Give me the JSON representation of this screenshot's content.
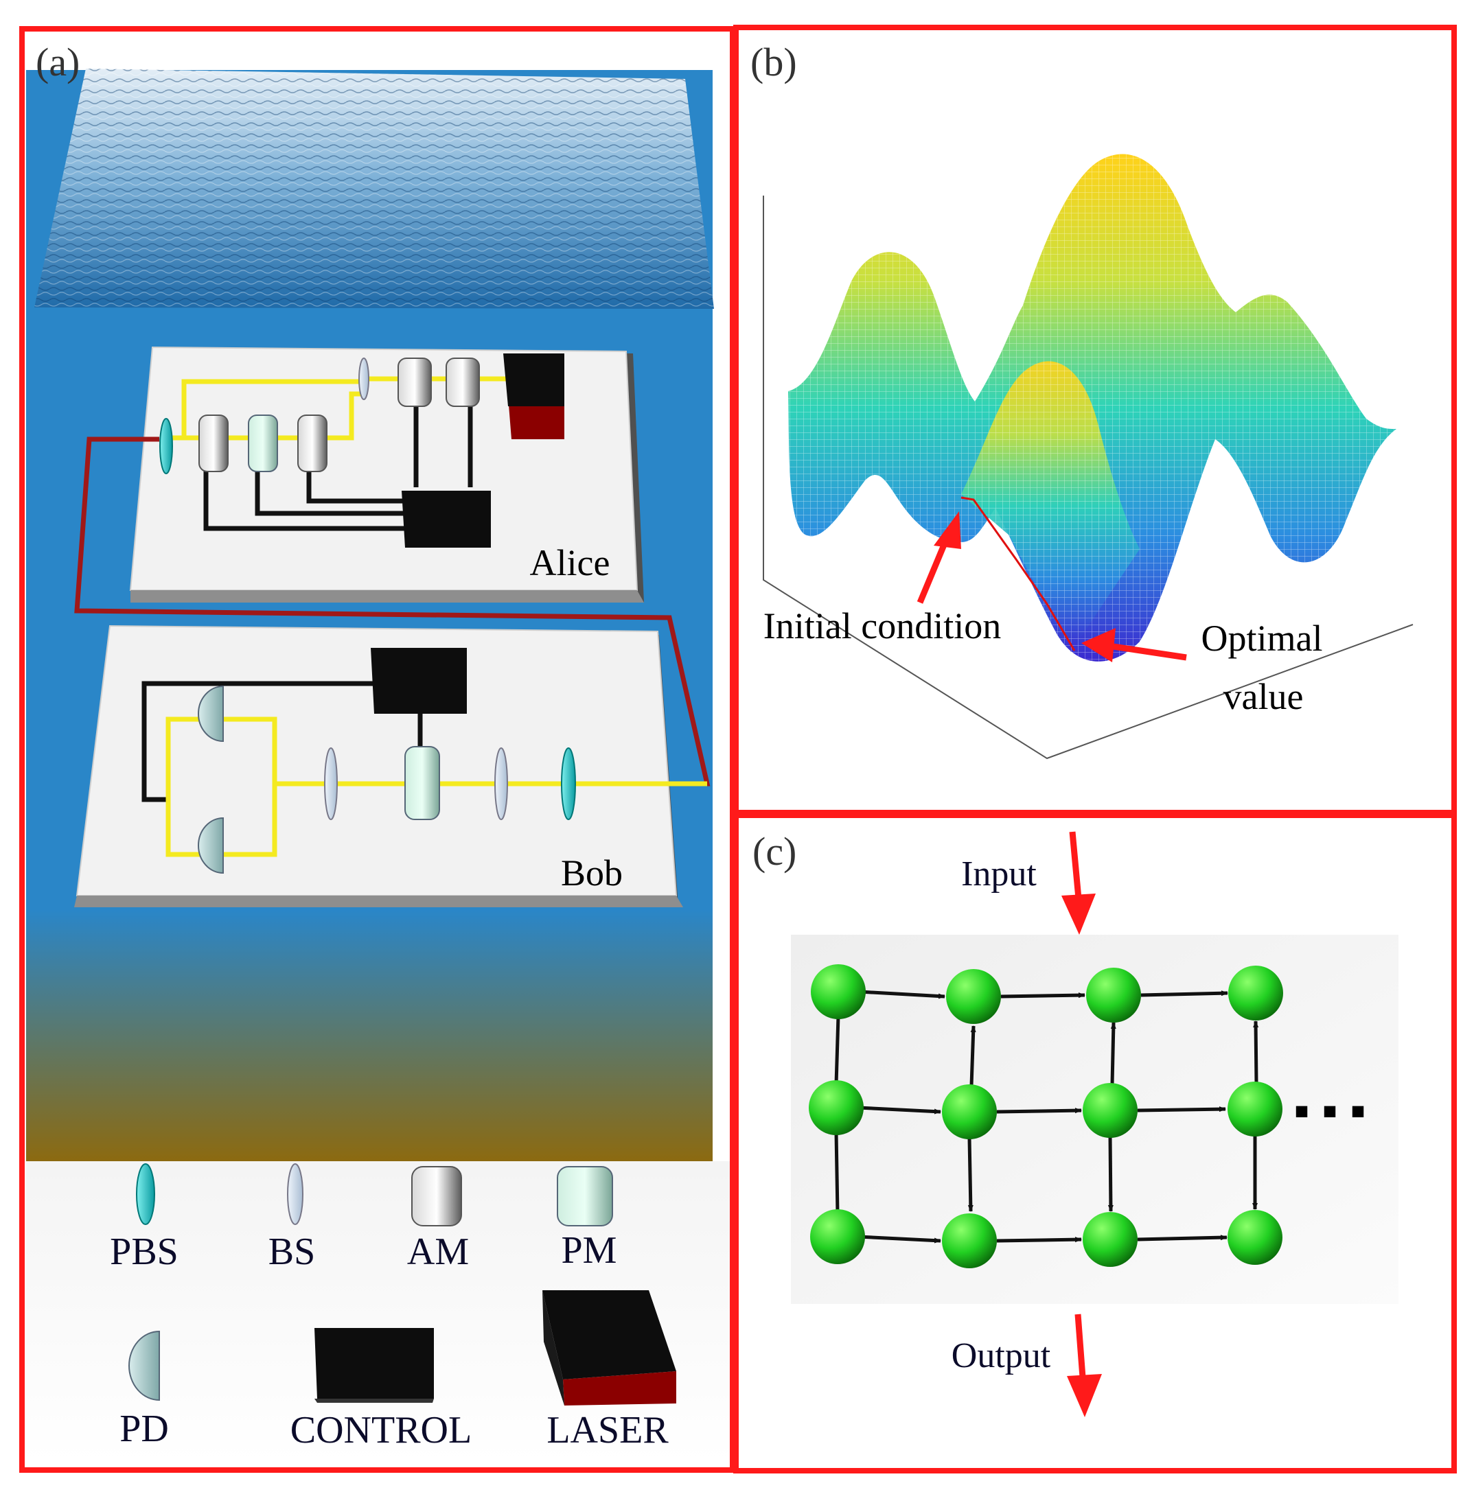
{
  "panels": {
    "a": {
      "label": "(a)",
      "boards": {
        "alice": "Alice",
        "bob": "Bob"
      },
      "legend": [
        {
          "key": "pbs",
          "label": "PBS"
        },
        {
          "key": "bs",
          "label": "BS"
        },
        {
          "key": "am",
          "label": "AM"
        },
        {
          "key": "pm",
          "label": "PM"
        },
        {
          "key": "pd",
          "label": "PD"
        },
        {
          "key": "control",
          "label": "CONTROL"
        },
        {
          "key": "laser",
          "label": "LASER"
        }
      ]
    },
    "b": {
      "label": "(b)",
      "annotations": {
        "initial": "Initial condition",
        "optimal_line1": "Optimal",
        "optimal_line2": "value"
      }
    },
    "c": {
      "label": "(c)",
      "input": "Input",
      "output": "Output",
      "ellipsis": "■ ■ ■"
    }
  },
  "colors": {
    "frame": "#ff1a1a",
    "sea": "#2a86c8",
    "fiber_yellow": "#f4ea20",
    "fiber_red": "#a01818",
    "node_green": "#22d022",
    "arrow_red": "#ff1a1a",
    "laser_red": "#8b0000"
  }
}
